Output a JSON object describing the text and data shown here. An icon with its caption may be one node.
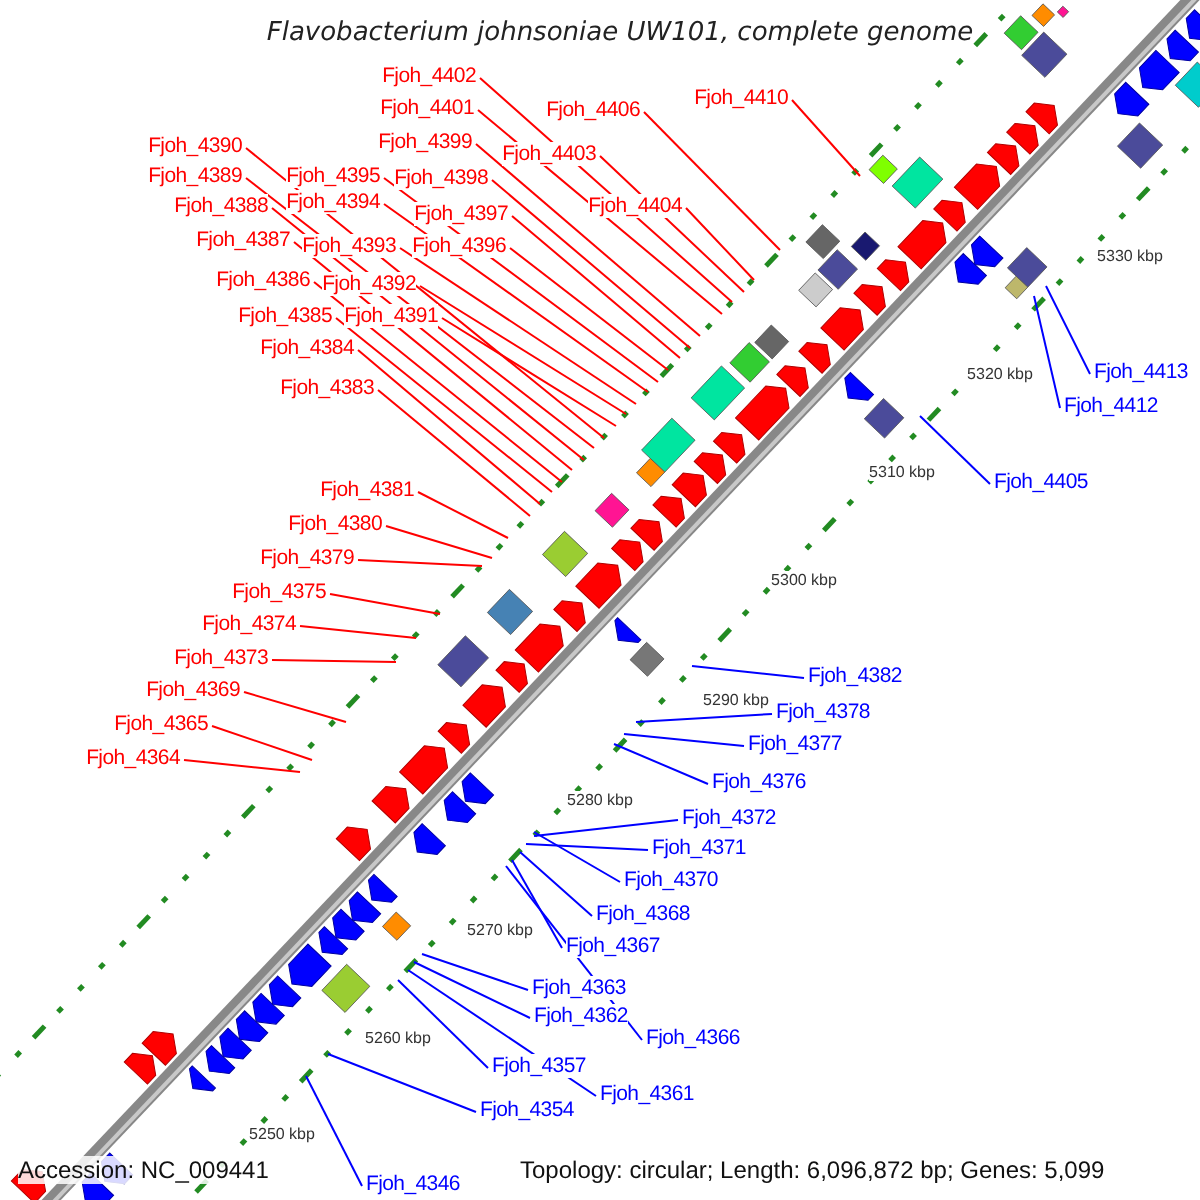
{
  "diagram": {
    "title": "Flavobacterium johnsoniae UW101, complete genome",
    "nodes": [
      {
        "text": [
          "Fjoh_4402"
        ]
      },
      {
        "text": [
          "Fjoh_4410"
        ]
      },
      {
        "text": [
          "Fjoh_4401"
        ]
      },
      {
        "text": [
          "Fjoh_4406"
        ]
      },
      {
        "text": [
          "Fjoh_4399"
        ]
      },
      {
        "text": [
          "Fjoh_4390"
        ]
      },
      {
        "text": [
          "Fjoh_4403"
        ]
      },
      {
        "text": [
          "Fjoh_4389"
        ]
      },
      {
        "text": [
          "Fjoh_4395"
        ]
      },
      {
        "text": [
          "Fjoh_4398"
        ]
      },
      {
        "text": [
          "Fjoh_4394"
        ]
      },
      {
        "text": [
          "Fjoh_4388"
        ]
      },
      {
        "text": [
          "Fjoh_4404"
        ]
      },
      {
        "text": [
          "Fjoh_4397"
        ]
      },
      {
        "text": [
          "Fjoh_4387"
        ]
      },
      {
        "text": [
          "Fjoh_4393"
        ]
      },
      {
        "text": [
          "Fjoh_4396"
        ]
      },
      {
        "text": [
          "Fjoh_4386"
        ]
      },
      {
        "text": [
          "Fjoh_4392"
        ]
      },
      {
        "text": [
          "Fjoh_4385"
        ]
      },
      {
        "text": [
          "Fjoh_4391"
        ]
      },
      {
        "text": [
          "Fjoh_4384"
        ]
      },
      {
        "text": [
          "Fjoh_4413"
        ]
      },
      {
        "text": [
          "Fjoh_4383"
        ]
      },
      {
        "text": [
          "Fjoh_4412"
        ]
      },
      {
        "text": [
          "Fjoh_4405"
        ]
      },
      {
        "text": [
          "Fjoh_4381"
        ]
      },
      {
        "text": [
          "Fjoh_4380"
        ]
      },
      {
        "text": [
          "Fjoh_4379"
        ]
      },
      {
        "text": [
          "Fjoh_4375"
        ]
      },
      {
        "text": [
          "Fjoh_4374"
        ]
      },
      {
        "text": [
          "Fjoh_4373"
        ]
      },
      {
        "text": [
          "Fjoh_4382"
        ]
      },
      {
        "text": [
          "Fjoh_4369"
        ]
      },
      {
        "text": [
          "Fjoh_4378"
        ]
      },
      {
        "text": [
          "Fjoh_4365"
        ]
      },
      {
        "text": [
          "Fjoh_4377"
        ]
      },
      {
        "text": [
          "Fjoh_4364"
        ]
      },
      {
        "text": [
          "Fjoh_4376"
        ]
      },
      {
        "text": [
          "Fjoh_4372"
        ]
      },
      {
        "text": [
          "Fjoh_4371"
        ]
      },
      {
        "text": [
          "Fjoh_4370"
        ]
      },
      {
        "text": [
          "Fjoh_4368"
        ]
      },
      {
        "text": [
          "Fjoh_4367"
        ]
      },
      {
        "text": [
          "Fjoh_4363"
        ]
      },
      {
        "text": [
          "Fjoh_4362"
        ]
      },
      {
        "text": [
          "Fjoh_4366"
        ]
      },
      {
        "text": [
          "Fjoh_4357"
        ]
      },
      {
        "text": [
          "Fjoh_4361"
        ]
      },
      {
        "text": [
          "Fjoh_4354"
        ]
      },
      {
        "text": [
          "Fjoh_4346"
        ]
      }
    ],
    "edges": [
      {
        "from": 0,
        "to": null,
        "arrow": "none"
      },
      {
        "from": 1,
        "to": null,
        "arrow": "none"
      },
      {
        "from": 2,
        "to": null,
        "arrow": "none"
      },
      {
        "from": 3,
        "to": null,
        "arrow": "none"
      },
      {
        "from": 4,
        "to": null,
        "arrow": "none"
      },
      {
        "from": 5,
        "to": null,
        "arrow": "none"
      },
      {
        "from": 6,
        "to": null,
        "arrow": "none"
      },
      {
        "from": 7,
        "to": null,
        "arrow": "none"
      },
      {
        "from": 8,
        "to": null,
        "arrow": "none"
      },
      {
        "from": 9,
        "to": null,
        "arrow": "none"
      },
      {
        "from": 10,
        "to": null,
        "arrow": "none"
      },
      {
        "from": 11,
        "to": null,
        "arrow": "none"
      },
      {
        "from": 12,
        "to": null,
        "arrow": "none"
      },
      {
        "from": 13,
        "to": null,
        "arrow": "none"
      },
      {
        "from": 14,
        "to": null,
        "arrow": "none"
      },
      {
        "from": 15,
        "to": null,
        "arrow": "none"
      },
      {
        "from": 16,
        "to": null,
        "arrow": "none"
      },
      {
        "from": 17,
        "to": null,
        "arrow": "none"
      },
      {
        "from": 18,
        "to": null,
        "arrow": "none"
      },
      {
        "from": 19,
        "to": null,
        "arrow": "none"
      },
      {
        "from": 20,
        "to": null,
        "arrow": "none"
      },
      {
        "from": 21,
        "to": null,
        "arrow": "none"
      },
      {
        "from": 22,
        "to": null,
        "arrow": "none",
        "color": "#0000ff"
      },
      {
        "from": 23,
        "to": null,
        "arrow": "none"
      },
      {
        "from": 24,
        "to": null,
        "arrow": "none",
        "color": "#0000ff"
      },
      {
        "from": 25,
        "to": null,
        "arrow": "none",
        "color": "#0000ff"
      },
      {
        "from": 26,
        "to": null,
        "arrow": "none"
      },
      {
        "from": 27,
        "to": null,
        "arrow": "none"
      },
      {
        "from": 28,
        "to": null,
        "arrow": "none"
      },
      {
        "from": 29,
        "to": null,
        "arrow": "none"
      },
      {
        "from": 30,
        "to": null,
        "arrow": "none"
      },
      {
        "from": 31,
        "to": null,
        "arrow": "none"
      },
      {
        "from": 32,
        "to": null,
        "arrow": "none",
        "color": "#0000ff"
      },
      {
        "from": 33,
        "to": null,
        "arrow": "none"
      },
      {
        "from": 34,
        "to": null,
        "arrow": "none",
        "color": "#0000ff"
      },
      {
        "from": 35,
        "to": null,
        "arrow": "none"
      },
      {
        "from": 36,
        "to": null,
        "arrow": "none",
        "color": "#0000ff"
      },
      {
        "from": 37,
        "to": null,
        "arrow": "none"
      },
      {
        "from": 38,
        "to": null,
        "arrow": "none",
        "color": "#0000ff"
      },
      {
        "from": 39,
        "to": null,
        "arrow": "none",
        "color": "#0000ff"
      },
      {
        "from": 40,
        "to": null,
        "arrow": "none",
        "color": "#0000ff"
      },
      {
        "from": 41,
        "to": null,
        "arrow": "none",
        "color": "#0000ff"
      },
      {
        "from": 42,
        "to": null,
        "arrow": "none",
        "color": "#0000ff"
      },
      {
        "from": 43,
        "to": null,
        "arrow": "none",
        "color": "#0000ff"
      },
      {
        "from": 44,
        "to": null,
        "arrow": "none",
        "color": "#0000ff"
      },
      {
        "from": 45,
        "to": null,
        "arrow": "none",
        "color": "#0000ff"
      },
      {
        "from": 46,
        "to": null,
        "arrow": "none",
        "color": "#0000ff"
      },
      {
        "from": 47,
        "to": null,
        "arrow": "none",
        "color": "#0000ff"
      },
      {
        "from": 48,
        "to": null,
        "arrow": "none",
        "color": "#0000ff"
      },
      {
        "from": 49,
        "to": null,
        "arrow": "none",
        "color": "#0000ff"
      },
      {
        "from": 50,
        "to": null,
        "arrow": "none",
        "color": "#0000ff"
      }
    ],
    "labels": [
      "5330 kbp",
      "5320 kbp",
      "5310 kbp",
      "5300 kbp",
      "5290 kbp",
      "5280 kbp",
      "5270 kbp",
      "5260 kbp",
      "5250 kbp",
      "Accession: NC_009441",
      "Topology: circular; Length: 6,096,872 bp; Genes: 5,099"
    ]
  }
}
